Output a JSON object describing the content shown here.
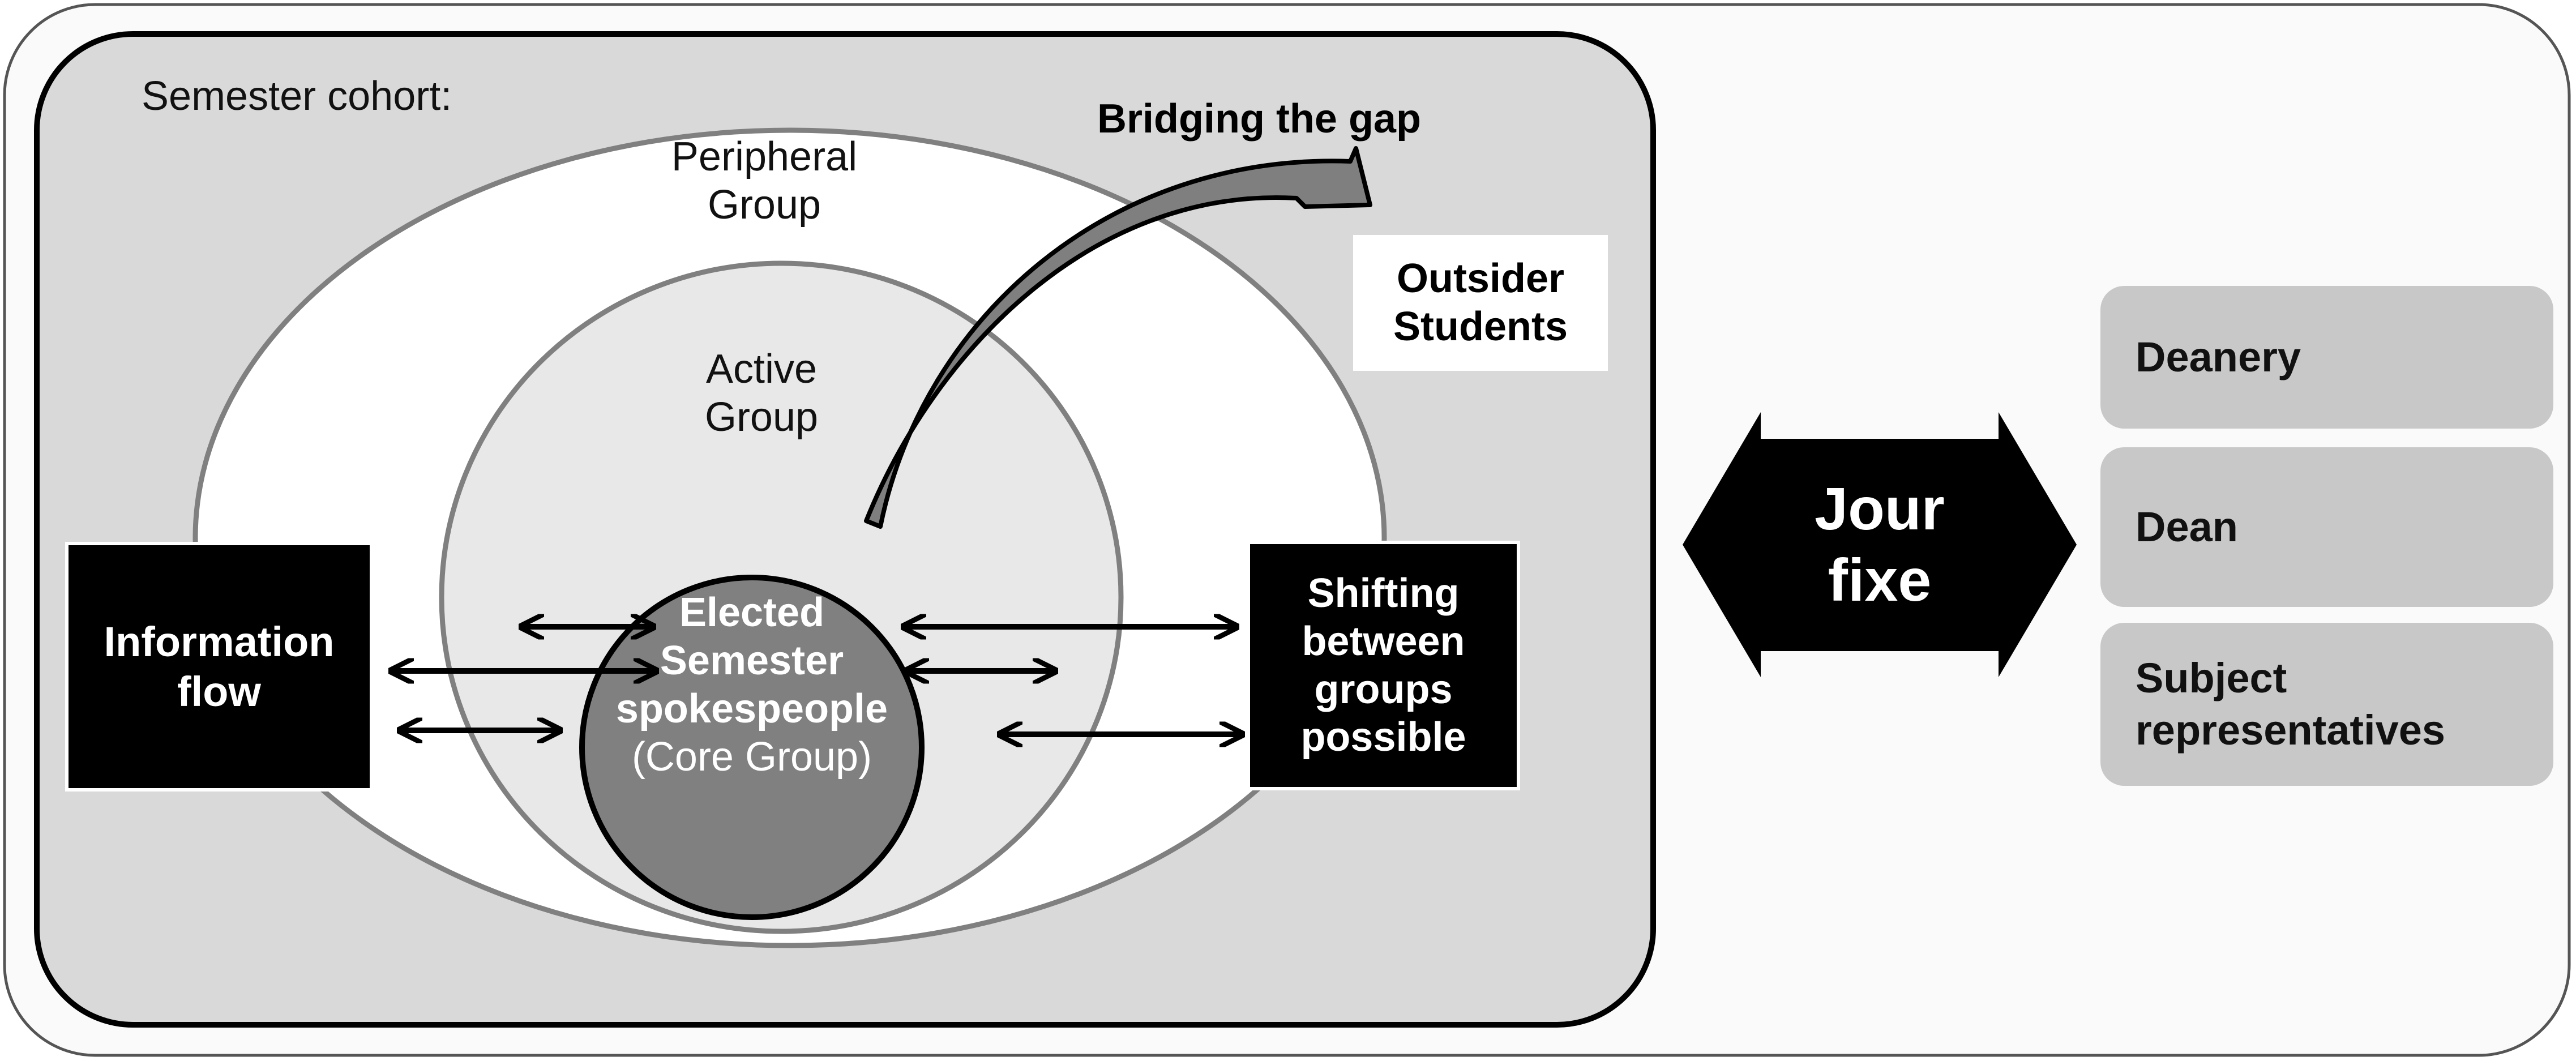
{
  "cohort_label": "Semester cohort:",
  "bridge_label": "Bridging the gap",
  "peripheral_group": {
    "line1": "Peripheral",
    "line2": "Group"
  },
  "active_group": {
    "line1": "Active",
    "line2": "Group"
  },
  "core": {
    "line1": "Elected",
    "line2": "Semester",
    "line3": "spokespeople",
    "line4": "(Core Group)"
  },
  "outsider": {
    "line1": "Outsider",
    "line2": "Students"
  },
  "info_flow": {
    "line1": "Information",
    "line2": "flow"
  },
  "shifting": {
    "line1": "Shifting",
    "line2": "between",
    "line3": "groups",
    "line4": "possible"
  },
  "jour_fixe": {
    "line1": "Jour",
    "line2": "fixe"
  },
  "stakeholders": [
    {
      "label": "Deanery"
    },
    {
      "label": "Dean"
    },
    {
      "label": "Subject",
      "label2": "representatives"
    }
  ]
}
